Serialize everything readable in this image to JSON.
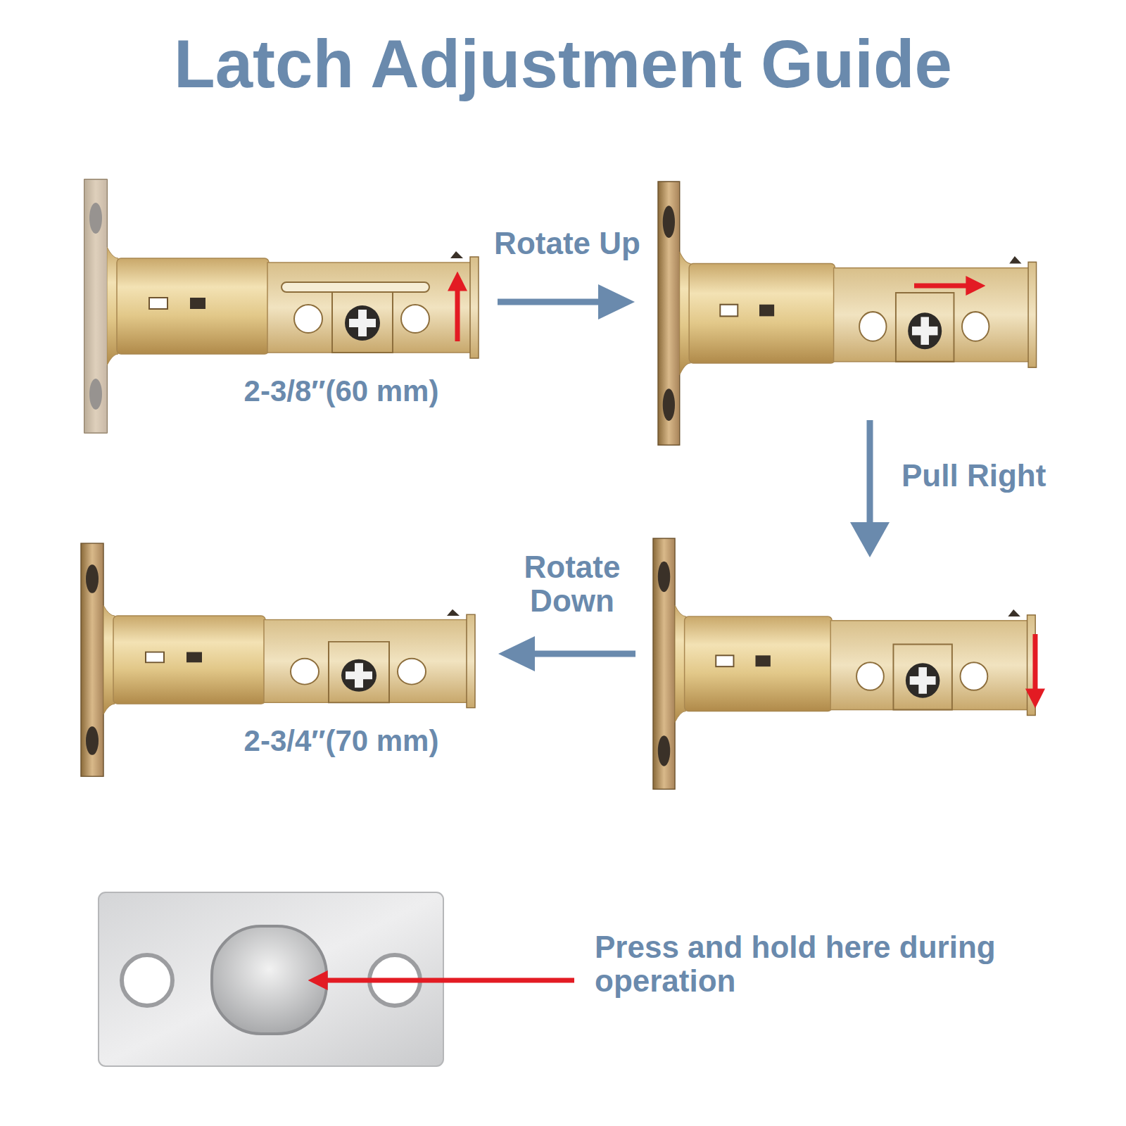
{
  "diagram": {
    "title": "Latch Adjustment Guide",
    "labels": [
      "Rotate Up",
      "2-3/8″(60 mm)",
      "Pull Right",
      "Rotate Down",
      "2-3/4″(70 mm)",
      "Press and hold here during operation"
    ]
  }
}
